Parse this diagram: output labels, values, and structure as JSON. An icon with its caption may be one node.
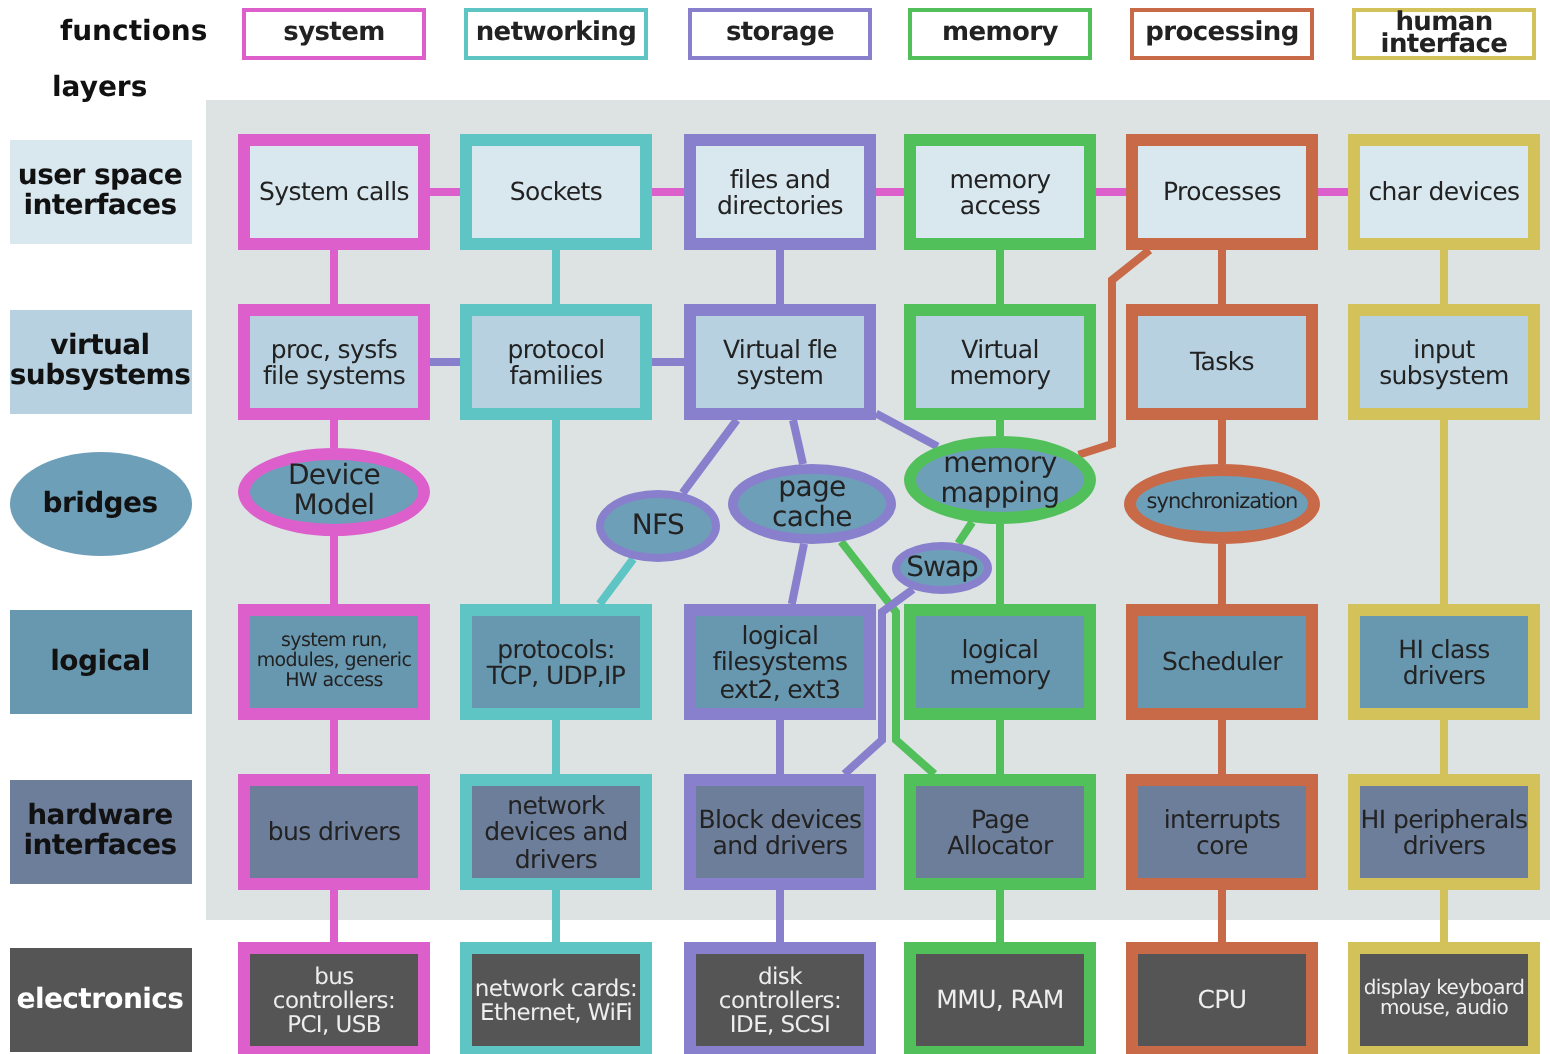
{
  "diagram": {
    "nodes": [
      {
        "text": [
          "system"
        ]
      },
      {
        "text": [
          "networking"
        ]
      },
      {
        "text": [
          "storage"
        ]
      },
      {
        "text": [
          "memory"
        ]
      },
      {
        "text": [
          "processing"
        ]
      },
      {
        "text": [
          "human interface"
        ]
      },
      {
        "text": [
          "user space interfaces"
        ]
      },
      {
        "text": [
          "System calls"
        ]
      },
      {
        "text": [
          "Sockets"
        ]
      },
      {
        "text": [
          "files and directories"
        ]
      },
      {
        "text": [
          "memory access"
        ]
      },
      {
        "text": [
          "Processes"
        ]
      },
      {
        "text": [
          "char devices"
        ]
      },
      {
        "text": [
          "virtual subsystems"
        ]
      },
      {
        "text": [
          "proc, sysfs file systems"
        ]
      },
      {
        "text": [
          "protocol families"
        ]
      },
      {
        "text": [
          "Virtual fle system"
        ]
      },
      {
        "text": [
          "Virtual memory"
        ]
      },
      {
        "text": [
          "Tasks"
        ]
      },
      {
        "text": [
          "input subsystem"
        ]
      },
      {
        "text": [
          "bridges"
        ]
      },
      {
        "text": [
          "Device Model"
        ]
      },
      {
        "text": [
          "NFS"
        ]
      },
      {
        "text": [
          "page cache"
        ]
      },
      {
        "text": [
          "memory mapping"
        ]
      },
      {
        "text": [
          "synchronization"
        ]
      },
      {
        "text": [
          "Swap"
        ]
      },
      {
        "text": [
          "logical"
        ]
      },
      {
        "text": [
          "system run, modules, generic HW access"
        ]
      },
      {
        "text": [
          "protocols: TCP, UDP,IP"
        ]
      },
      {
        "text": [
          "logical filesystems ext2, ext3"
        ]
      },
      {
        "text": [
          "logical memory"
        ]
      },
      {
        "text": [
          "Scheduler"
        ]
      },
      {
        "text": [
          "HI class drivers"
        ]
      },
      {
        "text": [
          "hardware interfaces"
        ]
      },
      {
        "text": [
          "bus drivers"
        ]
      },
      {
        "text": [
          "network devices and drivers"
        ]
      },
      {
        "text": [
          "Block devices and drivers"
        ]
      },
      {
        "text": [
          "Page Allocator"
        ]
      },
      {
        "text": [
          "interrupts core"
        ]
      },
      {
        "text": [
          "HI peripherals drivers"
        ]
      },
      {
        "text": [
          "electronics"
        ]
      },
      {
        "text": [
          "bus controllers: PCI, USB"
        ]
      },
      {
        "text": [
          "network cards: Ethernet, WiFi"
        ]
      },
      {
        "text": [
          "disk controllers: IDE, SCSI"
        ]
      },
      {
        "text": [
          "MMU, RAM"
        ]
      },
      {
        "text": [
          "CPU"
        ]
      },
      {
        "text": [
          "display keyboard mouse, audio"
        ]
      }
    ],
    "edges": [
      {
        "from": 7,
        "to": 8,
        "arrow": "none"
      },
      {
        "from": 8,
        "to": 9,
        "arrow": "none"
      },
      {
        "from": 9,
        "to": 10,
        "arrow": "none"
      },
      {
        "from": 10,
        "to": 11,
        "arrow": "none"
      },
      {
        "from": 11,
        "to": 12,
        "arrow": "none"
      },
      {
        "from": 7,
        "to": 14,
        "arrow": "none"
      },
      {
        "from": 8,
        "to": 15,
        "arrow": "none",
        "color": "#5ec4c4"
      },
      {
        "from": 9,
        "to": 16,
        "arrow": "none",
        "color": "#8880cc"
      },
      {
        "from": 10,
        "to": 17,
        "arrow": "none",
        "color": "#52c05a"
      },
      {
        "from": 11,
        "to": 18,
        "arrow": "none",
        "color": "#c86a48"
      },
      {
        "from": 12,
        "to": 19,
        "arrow": "none",
        "color": "#d3c15a"
      },
      {
        "from": 14,
        "to": 15,
        "arrow": "none",
        "color": "#8880cc"
      },
      {
        "from": 15,
        "to": 16,
        "arrow": "none",
        "color": "#8880cc"
      },
      {
        "from": 11,
        "to": 24,
        "arrow": "none",
        "color": "#c86a48"
      },
      {
        "from": 14,
        "to": 21,
        "arrow": "none"
      },
      {
        "from": 15,
        "to": 29,
        "arrow": "none",
        "color": "#5ec4c4"
      },
      {
        "from": 16,
        "to": 22,
        "arrow": "none",
        "color": "#8880cc"
      },
      {
        "from": 16,
        "to": 23,
        "arrow": "none",
        "color": "#8880cc"
      },
      {
        "from": 16,
        "to": 24,
        "arrow": "none",
        "color": "#8880cc"
      },
      {
        "from": 17,
        "to": 24,
        "arrow": "none",
        "color": "#52c05a"
      },
      {
        "from": 18,
        "to": 25,
        "arrow": "none",
        "color": "#c86a48"
      },
      {
        "from": 19,
        "to": 33,
        "arrow": "none",
        "color": "#d3c15a"
      },
      {
        "from": 21,
        "to": 28,
        "arrow": "none"
      },
      {
        "from": 22,
        "to": 29,
        "arrow": "none",
        "color": "#5ec4c4"
      },
      {
        "from": 23,
        "to": 30,
        "arrow": "none",
        "color": "#8880cc"
      },
      {
        "from": 23,
        "to": 38,
        "arrow": "none",
        "color": "#52c05a"
      },
      {
        "from": 24,
        "to": 26,
        "arrow": "none",
        "color": "#52c05a"
      },
      {
        "from": 24,
        "to": 31,
        "arrow": "none",
        "color": "#52c05a"
      },
      {
        "from": 25,
        "to": 32,
        "arrow": "none",
        "color": "#c86a48"
      },
      {
        "from": 26,
        "to": 37,
        "arrow": "none",
        "color": "#8880cc"
      },
      {
        "from": 28,
        "to": 35,
        "arrow": "none"
      },
      {
        "from": 29,
        "to": 36,
        "arrow": "none",
        "color": "#5ec4c4"
      },
      {
        "from": 30,
        "to": 37,
        "arrow": "none",
        "color": "#8880cc"
      },
      {
        "from": 31,
        "to": 38,
        "arrow": "none",
        "color": "#52c05a"
      },
      {
        "from": 32,
        "to": 39,
        "arrow": "none",
        "color": "#c86a48"
      },
      {
        "from": 33,
        "to": 40,
        "arrow": "none",
        "color": "#d3c15a"
      },
      {
        "from": 35,
        "to": 42,
        "arrow": "none"
      },
      {
        "from": 36,
        "to": 43,
        "arrow": "none",
        "color": "#5ec4c4"
      },
      {
        "from": 37,
        "to": 44,
        "arrow": "none",
        "color": "#8880cc"
      },
      {
        "from": 38,
        "to": 45,
        "arrow": "none",
        "color": "#52c05a"
      },
      {
        "from": 39,
        "to": 46,
        "arrow": "none",
        "color": "#c86a48"
      },
      {
        "from": 40,
        "to": 47,
        "arrow": "none",
        "color": "#d3c15a"
      }
    ],
    "labels": [
      "functions",
      "layers"
    ]
  }
}
